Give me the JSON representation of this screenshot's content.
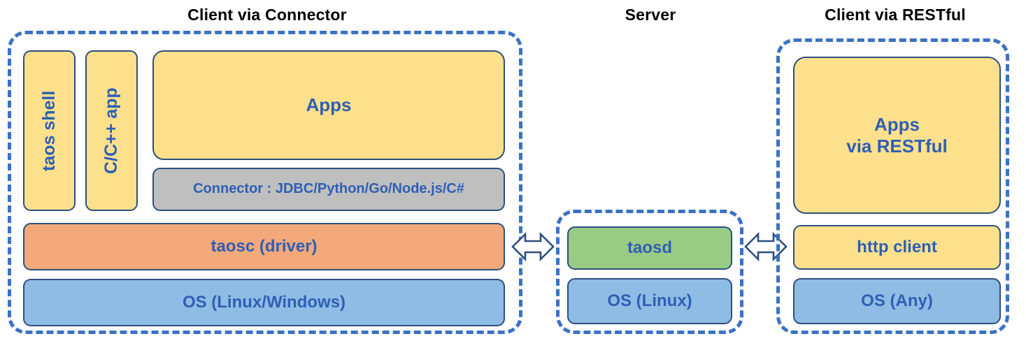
{
  "diagram": {
    "title_connector": "Client via Connector",
    "title_server": "Server",
    "title_restful": "Client via RESTful",
    "colors": {
      "dashed_border": "#3A72C4",
      "block_border": "#2E4E7E",
      "text_blue": "#2F5FB4",
      "title_black": "#000000",
      "yellow": "#FDE08C",
      "gray": "#BFBFBF",
      "orange": "#F4A97A",
      "blue": "#8FBCE4",
      "green": "#9ACB84",
      "background": "#FFFFFF"
    },
    "client_connector": {
      "taos_shell": "taos shell",
      "c_cpp_app": "C/C++ app",
      "apps": "Apps",
      "connector": "Connector : JDBC/Python/Go/Node.js/C#",
      "taosc": "taosc (driver)",
      "os": "OS (Linux/Windows)"
    },
    "server": {
      "taosd": "taosd",
      "os": "OS (Linux)"
    },
    "client_restful": {
      "apps_line1": "Apps",
      "apps_line2": "via RESTful",
      "http_client": "http client",
      "os": "OS (Any)"
    },
    "arrows": {
      "left_arrow_label": "double-headed-arrow",
      "right_arrow_label": "double-headed-arrow"
    }
  }
}
